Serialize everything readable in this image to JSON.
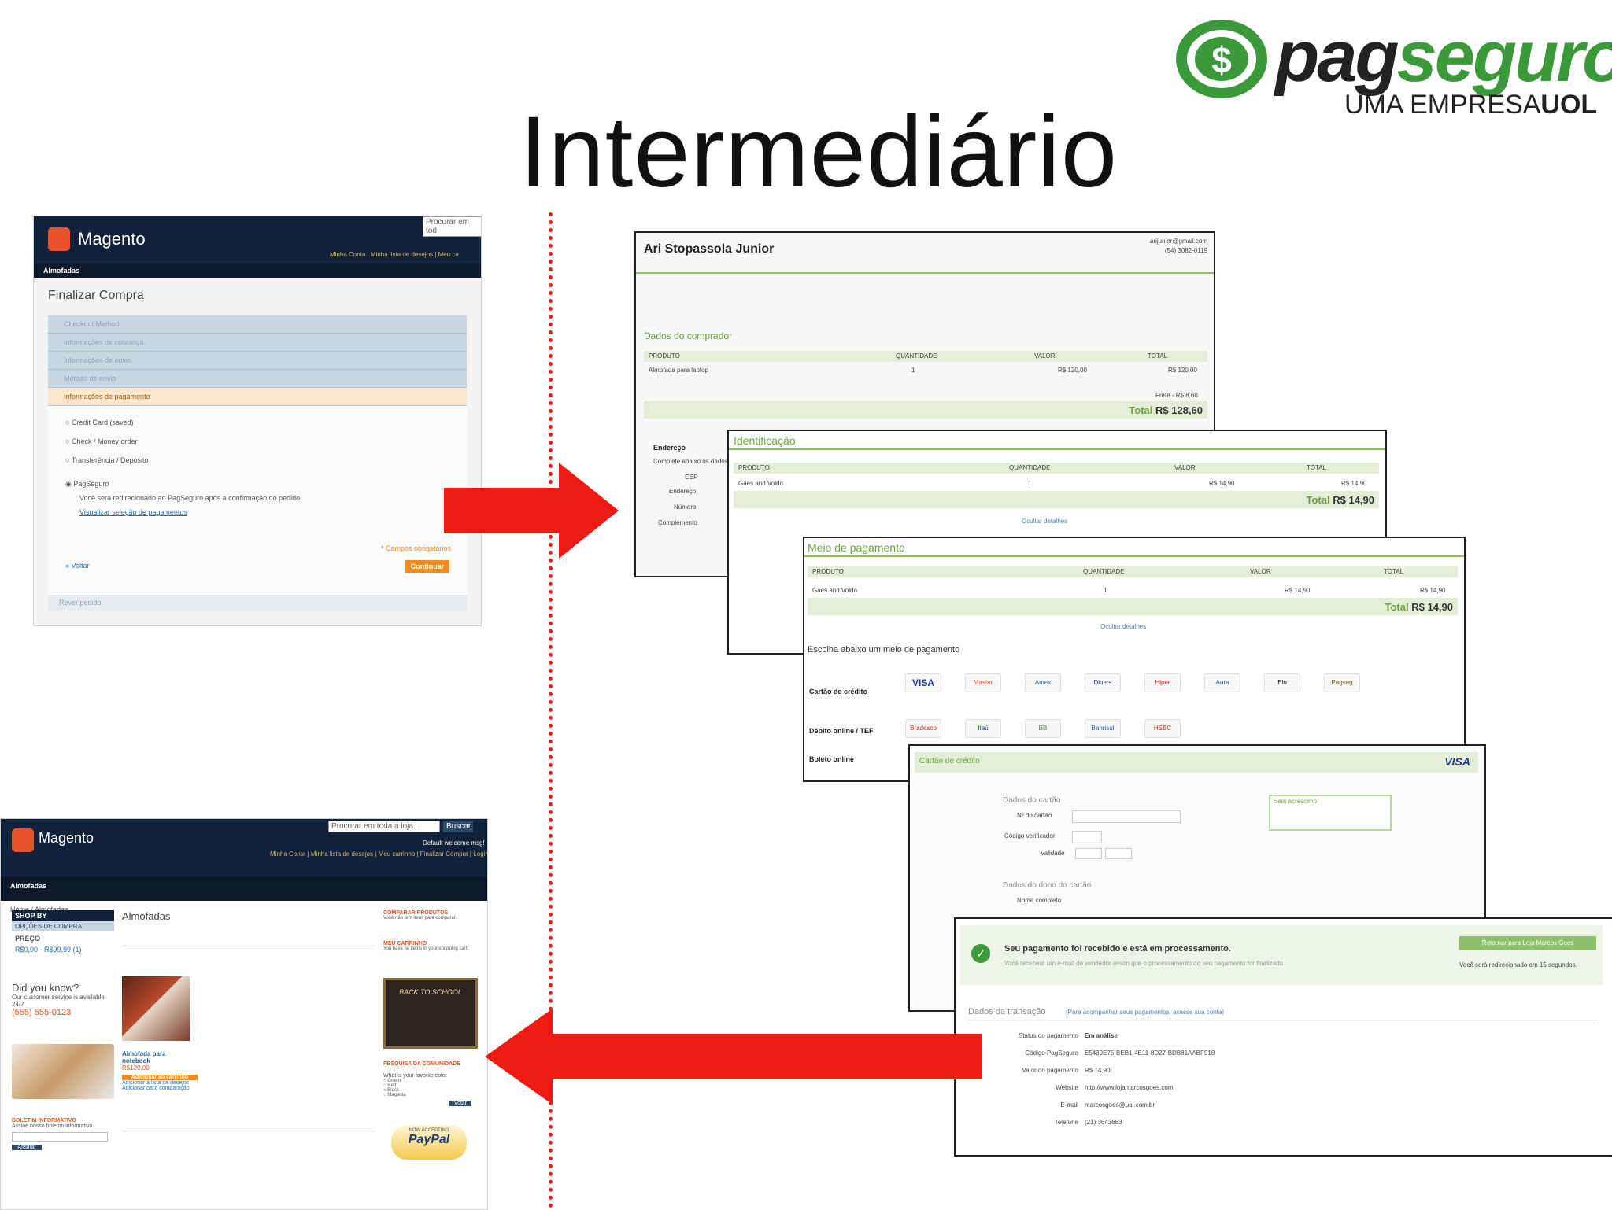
{
  "slide": {
    "title": "Intermediário"
  },
  "logo": {
    "word_a": "pag",
    "word_b": "seguro",
    "tag_a": "UMA EMPRESA",
    "tag_b": "UOL",
    "icon": "pagseguro-dollar-icon"
  },
  "magento_checkout": {
    "brand": "Magento",
    "search_placeholder": "Procurar em tod",
    "links": "Minha Conta | Minha lista de desejos | Meu ca",
    "nav": "Almofadas",
    "heading": "Finalizar Compra",
    "steps": [
      "Checkout Method",
      "Informações de cobrança",
      "Informações de envio",
      "Método de envio"
    ],
    "active_step": "Informações de pagamento",
    "options": [
      "Credit Card (saved)",
      "Check / Money order",
      "Transferência / Depósito",
      "PagSeguro"
    ],
    "pagseguro_note": "Você será redirecionado ao PagSeguro após a confirmação do pedido.",
    "link_methods": "Visualizar seleção de pagamentos",
    "required_note": "* Campos obrigatórios",
    "back": "« Voltar",
    "continue_btn": "Continuar",
    "review": "Rever pedido"
  },
  "magento_store": {
    "brand": "Magento",
    "search_placeholder": "Procurar em toda a loja...",
    "search_btn": "Buscar",
    "welcome": "Default welcome msg!",
    "links": "Minha Conta | Minha lista de desejos | Meu carrinho | Finalizar Compra | Login",
    "nav": "Almofadas",
    "breadcrumb": "Home / Almofadas",
    "shop_by": "SHOP BY",
    "shop_options": "OPÇÕES DE COMPRA",
    "price_label": "PREÇO",
    "price_range": "R$0,00 - R$99,99 (1)",
    "did_you_know": "Did you know?",
    "service": "Our customer service is available 24/7",
    "phone": "(555) 555-0123",
    "category": "Almofadas",
    "product": "Almofada para notebook",
    "product_price": "R$120,00",
    "add_btn": "Adicionar ao carrinho",
    "wishlist": "Adicionar à lista de desejos",
    "compare": "Adicionar para comparação",
    "compare_title": "COMPARAR PRODUTOS",
    "compare_text": "Você não tem itens para comparar.",
    "cart_title": "MEU CARRINHO",
    "cart_text": "You have no items in your shopping cart.",
    "promo": "BACK TO SCHOOL",
    "poll_title": "PESQUISA DA COMUNIDADE",
    "poll_q": "What is your favorite color",
    "poll_opts": [
      "Green",
      "Red",
      "Black",
      "Magenta"
    ],
    "vote_btn": "Votar",
    "newsletter_title": "BOLETIM INFORMATIVO",
    "newsletter_text": "Assine nosso boletim informativo",
    "subscribe_btn": "Assinar",
    "paypal_top": "NOW ACCEPTING",
    "paypal": "PayPal"
  },
  "ps_screen1": {
    "buyer": "Ari Stopassola Junior",
    "email": "arijunior@gmail.com",
    "phone": "(54) 3082-0119",
    "section": "Dados do comprador",
    "cols": [
      "PRODUTO",
      "QUANTIDADE",
      "VALOR",
      "TOTAL"
    ],
    "row": [
      "Almofada para laptop",
      "1",
      "R$ 120,00",
      "R$ 120,00"
    ],
    "shipping": "Frete - R$ 8,60",
    "total_label": "Total",
    "total": "R$ 128,60",
    "address_label": "Endereço",
    "address_hint": "Complete abaixo os dados",
    "fields": [
      "CEP",
      "Endereço",
      "Número",
      "Complemento"
    ]
  },
  "ps_screen2": {
    "section": "Identificação",
    "cols": [
      "PRODUTO",
      "QUANTIDADE",
      "VALOR",
      "TOTAL"
    ],
    "row": [
      "Gaes and Voldo",
      "1",
      "R$ 14,90",
      "R$ 14,90"
    ],
    "total_label": "Total",
    "total": "R$ 14,90",
    "details": "Ocultar detalhes"
  },
  "ps_screen3": {
    "section": "Meio de pagamento",
    "cols": [
      "PRODUTO",
      "QUANTIDADE",
      "VALOR",
      "TOTAL"
    ],
    "row": [
      "Gaes and Voldo",
      "1",
      "R$ 14,90",
      "R$ 14,90"
    ],
    "total_label": "Total",
    "total": "R$ 14,90",
    "details": "Ocultar detalhes",
    "choose": "Escolha abaixo um meio de pagamento",
    "credit_label": "Cartão de crédito",
    "debit_label": "Débito online / TEF",
    "boleto_label": "Boleto online",
    "cards": [
      "VISA",
      "Master",
      "Amex",
      "Diners",
      "Hiper",
      "Aura",
      "Elo",
      "Pagseg"
    ],
    "banks": [
      "Bradesco",
      "Itaú",
      "BB",
      "Banrisul",
      "HSBC"
    ]
  },
  "ps_screen4": {
    "section": "Cartão de crédito",
    "brand": "VISA",
    "card_data": "Dados do cartão",
    "card_number": "Nº do cartão",
    "cvv": "Código verificador",
    "validity": "Validade",
    "owner": "Dados do dono do cartão",
    "owner_name": "Nome completo",
    "installments": "Sem acréscimo"
  },
  "ps_screen5": {
    "received": "Seu pagamento foi recebido e está em processamento.",
    "email_note": "Você receberá um e-mail do vendedor assim que o processamento do seu pagamento for finalizado.",
    "return_btn": "Retornar para Loja Marcos Goes",
    "redirect": "Você será redirecionado em 15 segundos.",
    "section": "Dados da transação",
    "section_hint": "(Para acompanhar seus pagamentos, acesse sua conta)",
    "rows": [
      [
        "Status do pagamento",
        "Em análise"
      ],
      [
        "Código PagSeguro",
        "E5439E75-BEB1-4E11-8D27-BDB81AABF918"
      ],
      [
        "Valor do pagamento",
        "R$ 14,90"
      ],
      [
        "Website",
        "http://www.lojamarcosgoes.com"
      ],
      [
        "E-mail",
        "marcosgoes@uol.com.br"
      ],
      [
        "Telefone",
        "(21) 3643683"
      ]
    ]
  }
}
